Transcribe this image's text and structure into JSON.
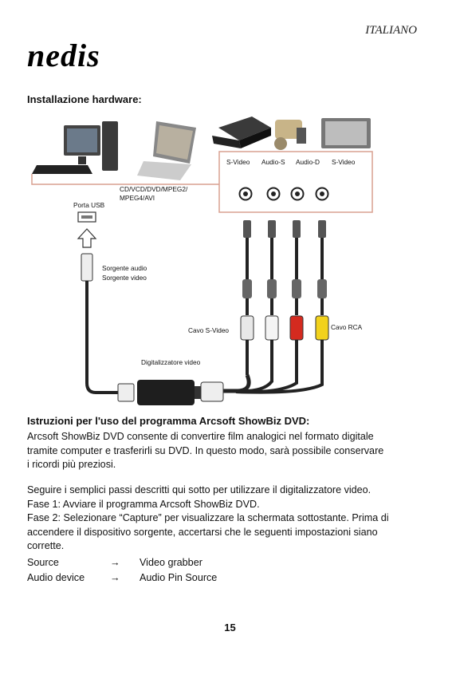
{
  "header": {
    "language": "ITALIANO",
    "brand": "nedis"
  },
  "hardware_section": {
    "title": "Installazione hardware:"
  },
  "diagram": {
    "formats": [
      "CD/VCD/DVD/MPEG2/",
      "MPEG4/AVI"
    ],
    "usb_port": "Porta USB",
    "source_labels": [
      "Sorgente audio",
      "Sorgente video"
    ],
    "connectors": [
      "S-Video",
      "Audio-S",
      "Audio-D",
      "S-Video"
    ],
    "svideo_cable": "Cavo S-Video",
    "rca_cable": "Cavo RCA",
    "grabber": "Digitalizzatore video"
  },
  "software_section": {
    "title": "Istruzioni per l'uso del programma Arcsoft ShowBiz DVD:",
    "intro": [
      "Arcsoft ShowBiz DVD consente di convertire film analogici nel formato digitale",
      "tramite computer e trasferirli su DVD. In questo modo, sarà possibile conservare",
      "i ricordi più preziosi."
    ],
    "steps": [
      "Seguire i semplici passi descritti qui sotto per utilizzare il digitalizzatore video.",
      "Fase 1: Avviare il programma Arcsoft ShowBiz DVD.",
      "Fase 2: Selezionare “Capture” per visualizzare la schermata sottostante. Prima di",
      "accendere il dispositivo sorgente, accertarsi che le seguenti impostazioni siano",
      "corrette."
    ],
    "settings": [
      {
        "name": "Source",
        "arrow": "→",
        "value": "Video grabber"
      },
      {
        "name": "Audio device",
        "arrow": "→",
        "value": "Audio Pin Source"
      }
    ]
  },
  "footer": {
    "page_number": "15"
  }
}
